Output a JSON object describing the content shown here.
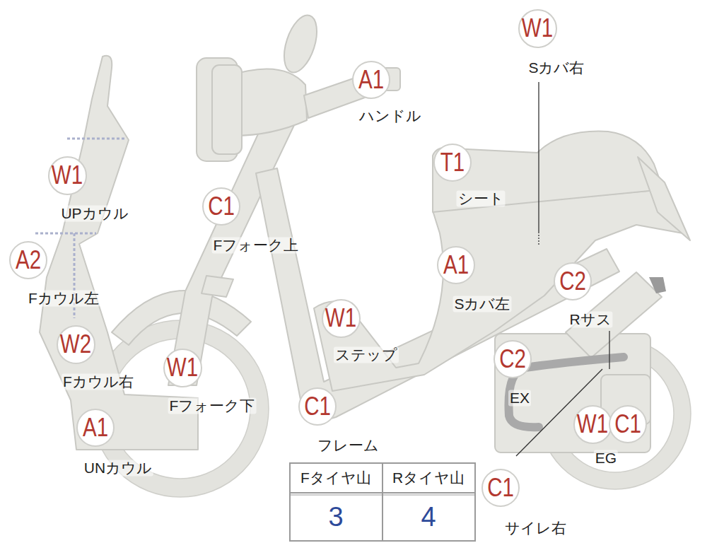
{
  "diagram": {
    "nodes": [
      {
        "text": [
          "W1",
          "Sカバ右"
        ]
      },
      {
        "text": [
          "A1",
          "ハンドル"
        ]
      },
      {
        "text": [
          "T1",
          "シート"
        ]
      },
      {
        "text": [
          "W1",
          "UPカウル"
        ]
      },
      {
        "text": [
          "C1",
          "Fフォーク上"
        ]
      },
      {
        "text": [
          "A2",
          "Fカウル左"
        ]
      },
      {
        "text": [
          "A1",
          "Sカバ左"
        ]
      },
      {
        "text": [
          "C2",
          "Rサス"
        ]
      },
      {
        "text": [
          "W1",
          "ステップ"
        ]
      },
      {
        "text": [
          "W2",
          "Fカウル右"
        ]
      },
      {
        "text": [
          "W1",
          "Fフォーク下"
        ]
      },
      {
        "text": [
          "C2",
          "EX"
        ]
      },
      {
        "text": [
          "C1",
          "フレーム"
        ]
      },
      {
        "text": [
          "W1"
        ]
      },
      {
        "text": [
          "C1"
        ]
      },
      {
        "text": [
          "A1",
          "UNカウル"
        ]
      },
      {
        "text": [
          "C1",
          "サイレ右"
        ]
      }
    ],
    "labels": [
      "EG",
      "Fタイヤ山",
      "Rタイヤ山",
      "3",
      "4"
    ]
  }
}
